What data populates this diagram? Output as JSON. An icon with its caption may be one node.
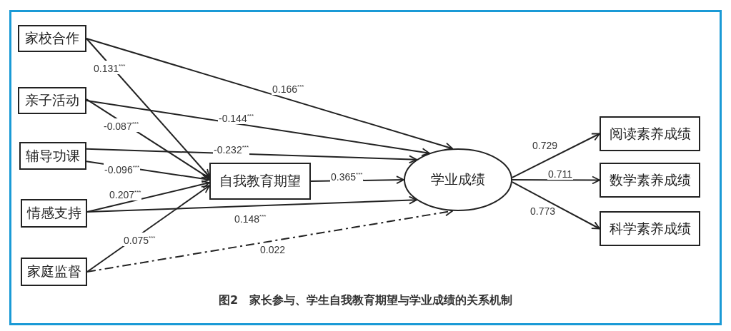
{
  "diagram": {
    "caption": "图2　家长参与、学生自我教育期望与学业成绩的关系机制",
    "nodes": [
      {
        "text": [
          "家校合作"
        ]
      },
      {
        "text": [
          "亲子活动"
        ]
      },
      {
        "text": [
          "辅导功课"
        ]
      },
      {
        "text": [
          "情感支持"
        ]
      },
      {
        "text": [
          "家庭监督"
        ]
      },
      {
        "text": [
          "自我教育期望"
        ]
      },
      {
        "text": [
          "学业成绩"
        ]
      },
      {
        "text": [
          "阅读素养成绩"
        ]
      },
      {
        "text": [
          "数学素养成绩"
        ]
      },
      {
        "text": [
          "科学素养成绩"
        ]
      }
    ],
    "edges": [
      {
        "from": 0,
        "to": 5,
        "arrow": "to",
        "label": "0.131$^{***}$"
      },
      {
        "from": 0,
        "to": 6,
        "arrow": "to",
        "label": "0.166$^{***}$"
      },
      {
        "from": 1,
        "to": 5,
        "arrow": "to",
        "label": "-0.087$^{***}$"
      },
      {
        "from": 1,
        "to": 6,
        "arrow": "to",
        "label": "-0.144$^{***}$"
      },
      {
        "from": 2,
        "to": 6,
        "arrow": "to",
        "label": "-0.232$^{***}$"
      },
      {
        "from": 2,
        "to": 5,
        "arrow": "to",
        "label": "-0.096$^{***}$"
      },
      {
        "from": 3,
        "to": 5,
        "arrow": "to",
        "label": "0.207$^{***}$"
      },
      {
        "from": 3,
        "to": 6,
        "arrow": "to",
        "label": "0.148$^{***}$"
      },
      {
        "from": 4,
        "to": 5,
        "arrow": "to",
        "label": "0.075$^{***}$"
      },
      {
        "from": 4,
        "to": 6,
        "arrow": "to",
        "label": "0.022",
        "style": "dashed"
      },
      {
        "from": 5,
        "to": 6,
        "arrow": "to",
        "label": "0.365$^{***}$"
      },
      {
        "from": 6,
        "to": 7,
        "arrow": "to",
        "label": "0.729"
      },
      {
        "from": 6,
        "to": 8,
        "arrow": "to",
        "label": "0.711"
      },
      {
        "from": 6,
        "to": 9,
        "arrow": "to",
        "label": "0.773"
      }
    ]
  }
}
